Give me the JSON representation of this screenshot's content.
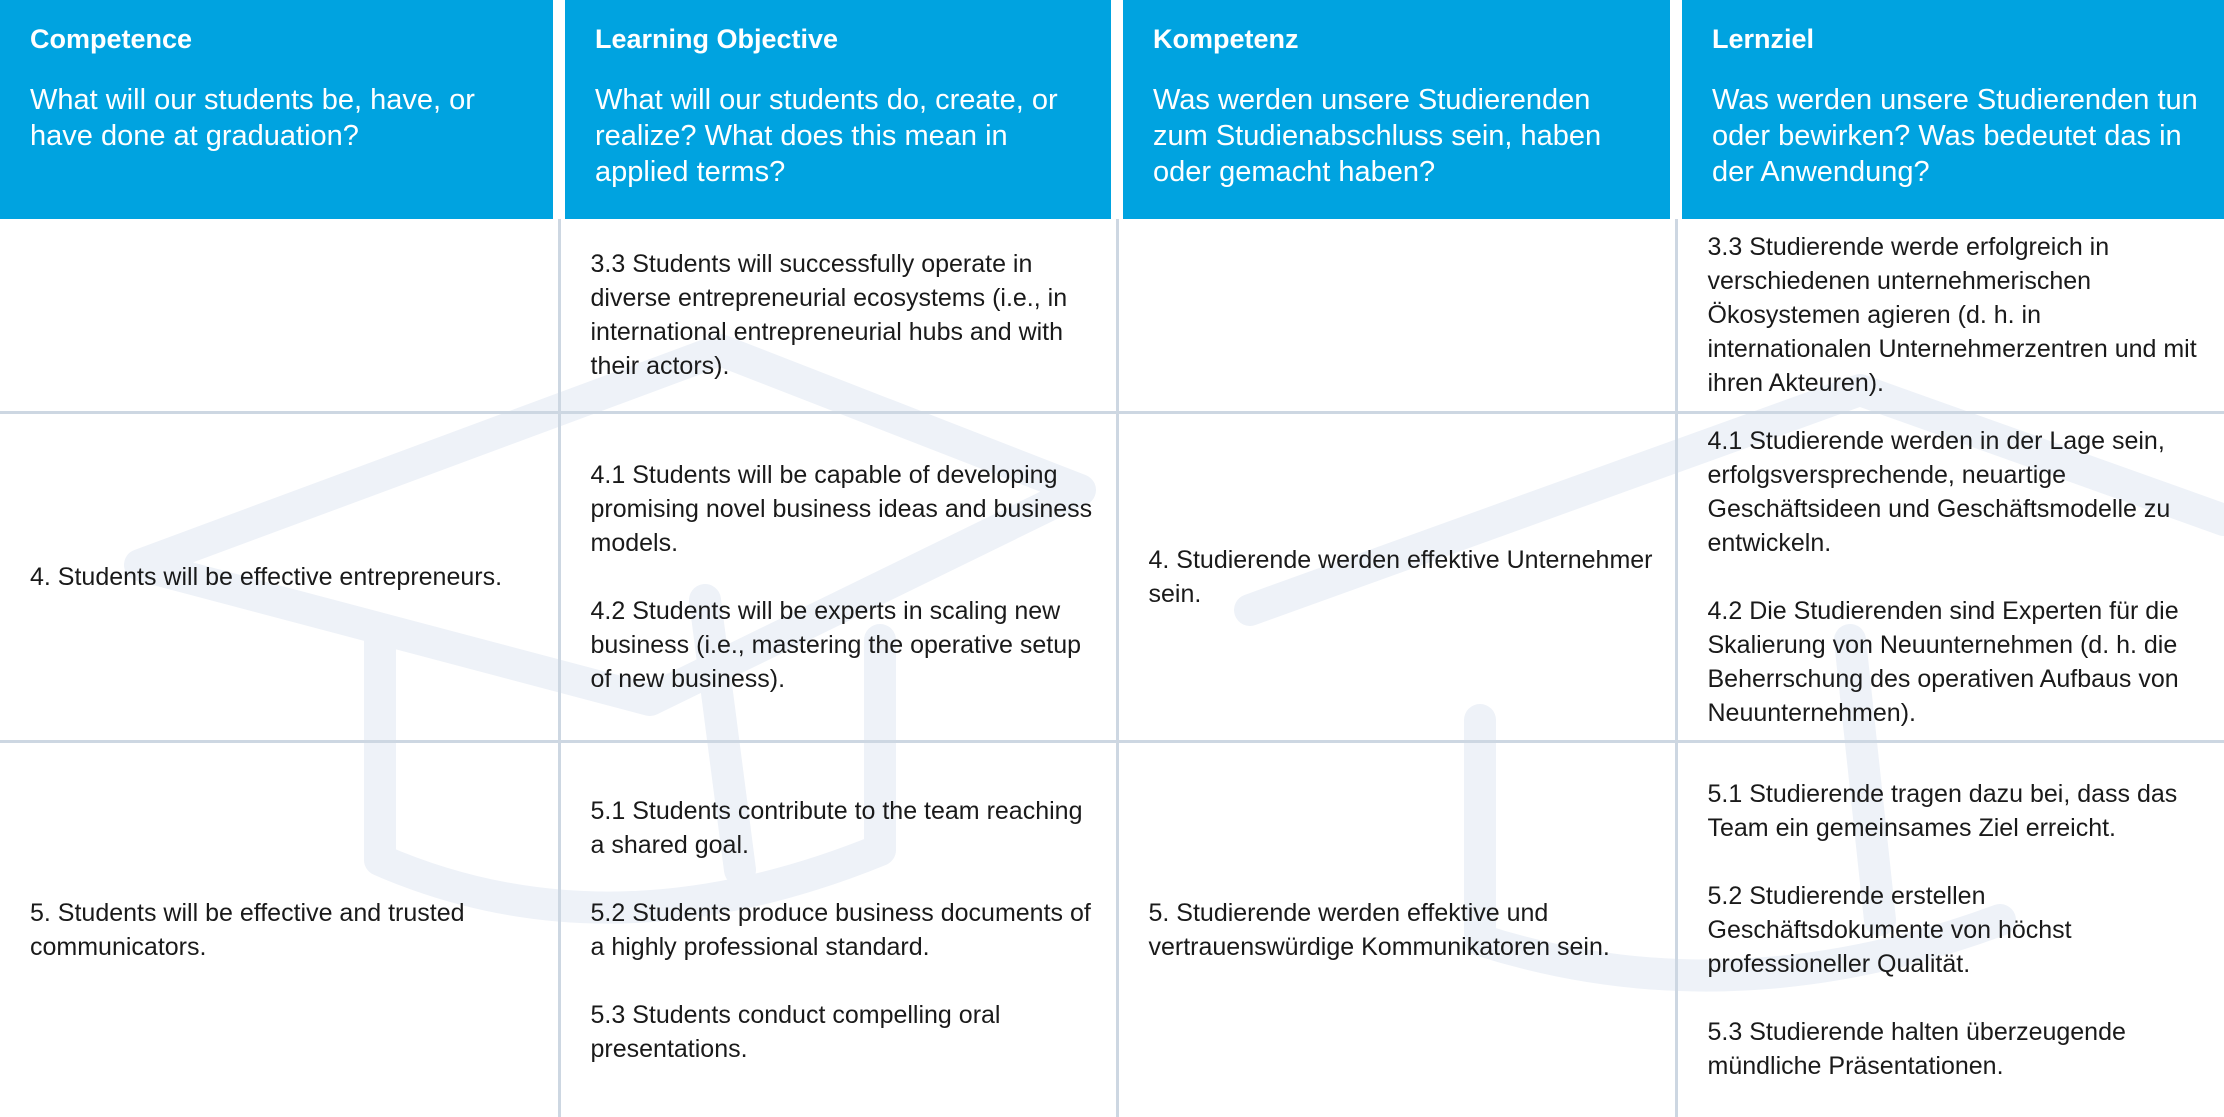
{
  "header": {
    "columns": [
      {
        "title": "Competence",
        "question": "What will our students be, have, or have done at graduation?"
      },
      {
        "title": "Learning Objective",
        "question": "What will our students do, create, or realize? What does this mean in applied terms?"
      },
      {
        "title": "Kompetenz",
        "question": "Was werden unsere Studierenden zum Studienabschluss sein, haben oder gemacht haben?"
      },
      {
        "title": "Lernziel",
        "question": "Was werden unsere Studierenden tun oder bewirken? Was bedeutet das in der Anwendung?"
      }
    ]
  },
  "rows": [
    {
      "competence": "",
      "objectives": [
        "3.3 Students will successfully operate in diverse entrepreneurial ecosystems (i.e., in international entrepreneurial hubs and with their actors)."
      ],
      "kompetenz": "",
      "lernziele": [
        "3.3 Studierende werde erfolgreich in verschiedenen unternehmerischen Ökosystemen agieren (d. h. in internationalen Unternehmerzentren und mit ihren Akteuren)."
      ]
    },
    {
      "competence": "4. Students will be effective entrepreneurs.",
      "objectives": [
        "4.1 Students will be capable of developing promising novel business ideas and business models.",
        "4.2 Students will be experts in scaling new business (i.e., mastering the operative setup of new business)."
      ],
      "kompetenz": "4. Studierende werden effektive Unternehmer sein.",
      "lernziele": [
        "4.1 Studierende werden in der Lage sein, erfolgsversprechende, neuartige Geschäftsideen und Geschäftsmodelle zu entwickeln.",
        "4.2 Die Studierenden sind Experten für die Skalierung von Neuunternehmen (d. h. die Beherrschung des operativen Aufbaus von Neuunternehmen)."
      ]
    },
    {
      "competence": "5. Students will be effective and trusted communicators.",
      "objectives": [
        "5.1 Students contribute to the team reaching a shared goal.",
        "5.2 Students produce business documents of a highly professional standard.",
        "5.3 Students conduct compelling oral presentations."
      ],
      "kompetenz": "5. Studierende werden effektive und vertrauenswürdige Kommunikatoren sein.",
      "lernziele": [
        "5.1 Studierende tragen dazu bei, dass das Team ein gemeinsames Ziel erreicht.",
        "5.2 Studierende erstellen Geschäftsdokumente von höchst professioneller Qualität.",
        "5.3 Studierende halten überzeugende mündliche Präsentationen."
      ]
    }
  ],
  "colors": {
    "header_bg": "#00a3e0",
    "header_text": "#ffffff",
    "divider": "#cdd7e2",
    "watermark": "#eef2f8"
  },
  "icons": [
    "graduation-cap-watermark-icon"
  ]
}
